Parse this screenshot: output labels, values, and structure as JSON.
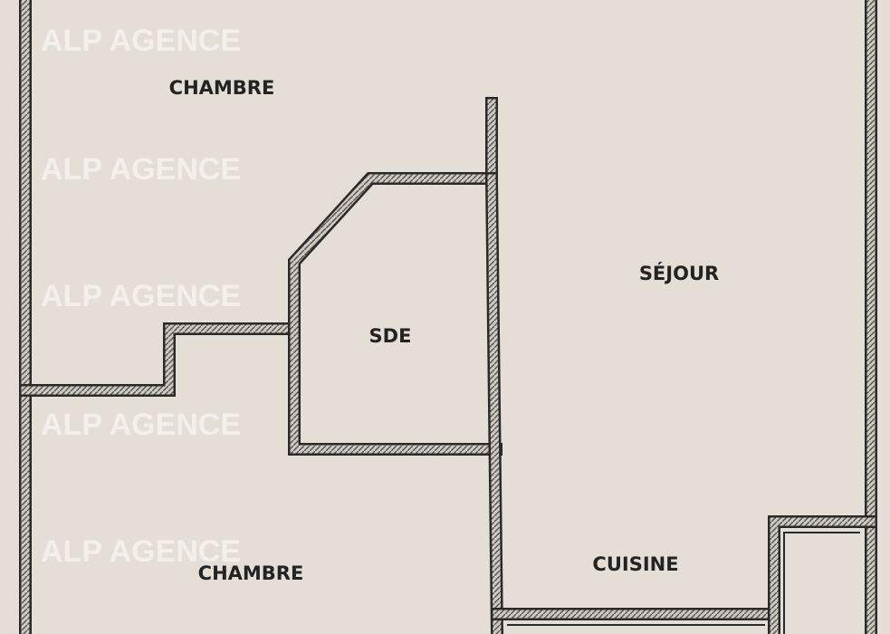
{
  "plan": {
    "rooms": [
      {
        "id": "chambre-top",
        "label": "CHAMBRE"
      },
      {
        "id": "sde",
        "label": "SDE"
      },
      {
        "id": "sejour",
        "label": "SÉJOUR"
      },
      {
        "id": "chambre-bottom",
        "label": "CHAMBRE"
      },
      {
        "id": "cuisine",
        "label": "CUISINE"
      }
    ],
    "watermark": "ALP AGENCE",
    "colors": {
      "background": "#e4ded6",
      "wall": "#2a2a2a",
      "wall_hatch": "#cfc9c0",
      "label": "#232323",
      "watermark": "#ffffff"
    }
  }
}
